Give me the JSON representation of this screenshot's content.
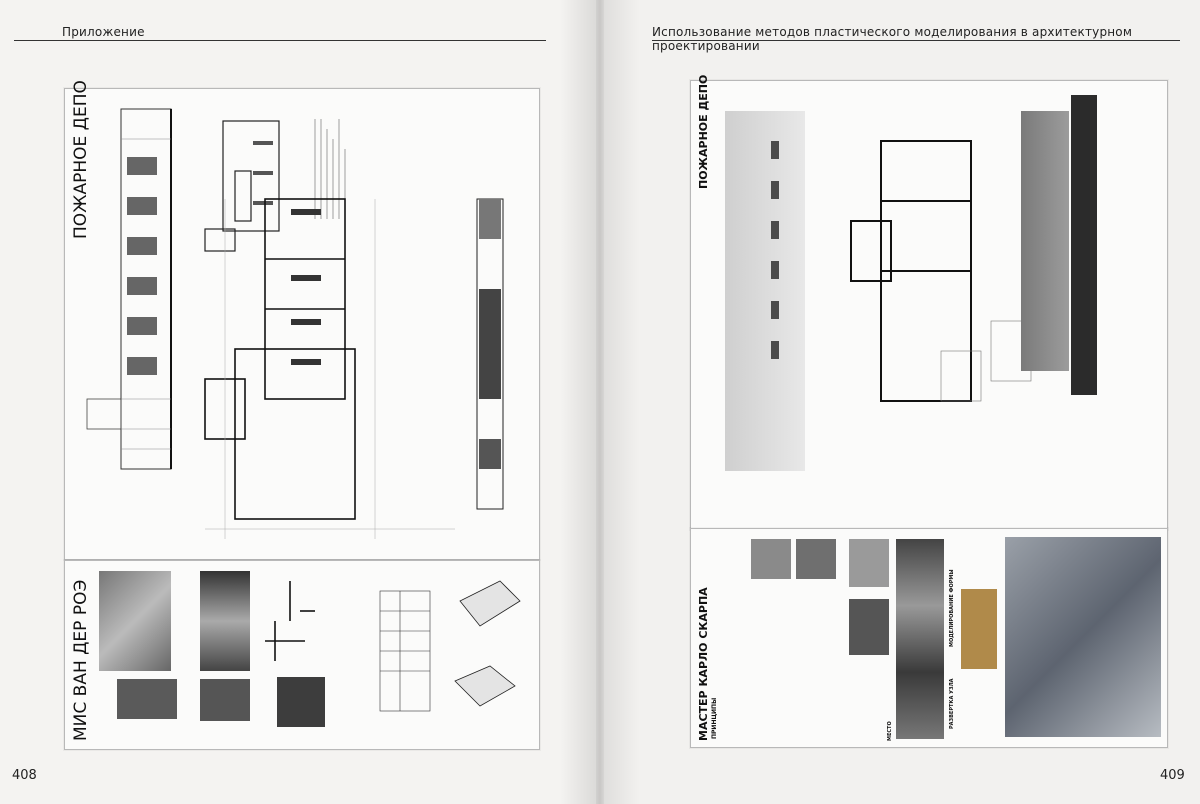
{
  "left_page": {
    "running_head": "Приложение",
    "page_number": "408",
    "sheet_top": {
      "title": "ПОЖАРНОЕ ДЕПО"
    },
    "sheet_bottom": {
      "title": "МИС ВАН ДЕР РОЭ"
    }
  },
  "right_page": {
    "running_head": "Использование методов пластического моделирования в архитектурном проектировании",
    "page_number": "409",
    "sheet_top": {
      "title": "ПОЖАРНОЕ ДЕПО"
    },
    "sheet_bottom": {
      "title": "МАСТЕР КАРЛО СКАРПА",
      "section_principles": "ПРИНЦИПЫ",
      "section_modeling": "МОДЕЛИРОВАНИЕ ФОРМЫ",
      "section_node": "РАЗВЕРТКА УЗЛА",
      "section_place": "МЕСТО"
    }
  }
}
